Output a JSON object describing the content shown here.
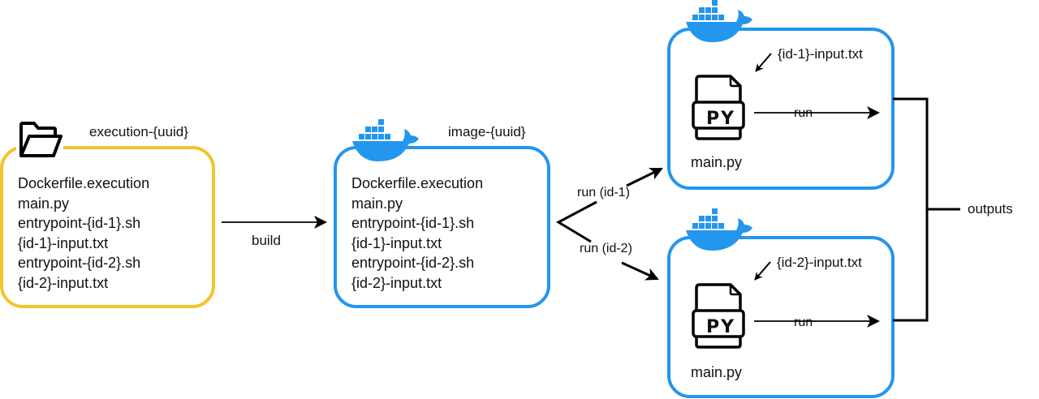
{
  "source_folder": {
    "label": "execution-{uuid}",
    "icon": "folder-open-icon",
    "files": [
      "Dockerfile.execution",
      "main.py",
      "entrypoint-{id-1}.sh",
      "{id-1}-input.txt",
      "entrypoint-{id-2}.sh",
      "{id-2}-input.txt"
    ]
  },
  "build_edge": {
    "label": "build"
  },
  "image": {
    "label": "image-{uuid}",
    "icon": "docker-whale-icon",
    "files": [
      "Dockerfile.execution",
      "main.py",
      "entrypoint-{id-1}.sh",
      "{id-1}-input.txt",
      "entrypoint-{id-2}.sh",
      "{id-2}-input.txt"
    ]
  },
  "run_edges": [
    {
      "label": "run (id-1)"
    },
    {
      "label": "run (id-2)"
    }
  ],
  "containers": [
    {
      "icon": "docker-whale-icon",
      "input_label": "{id-1}-input.txt",
      "file_badge": "PY",
      "file_label": "main.py",
      "run_label": "run"
    },
    {
      "icon": "docker-whale-icon",
      "input_label": "{id-2}-input.txt",
      "file_badge": "PY",
      "file_label": "main.py",
      "run_label": "run"
    }
  ],
  "outputs": {
    "label": "outputs"
  },
  "colors": {
    "folder_border": "#f2c42b",
    "docker_blue": "#2496ed",
    "line": "#000000"
  }
}
